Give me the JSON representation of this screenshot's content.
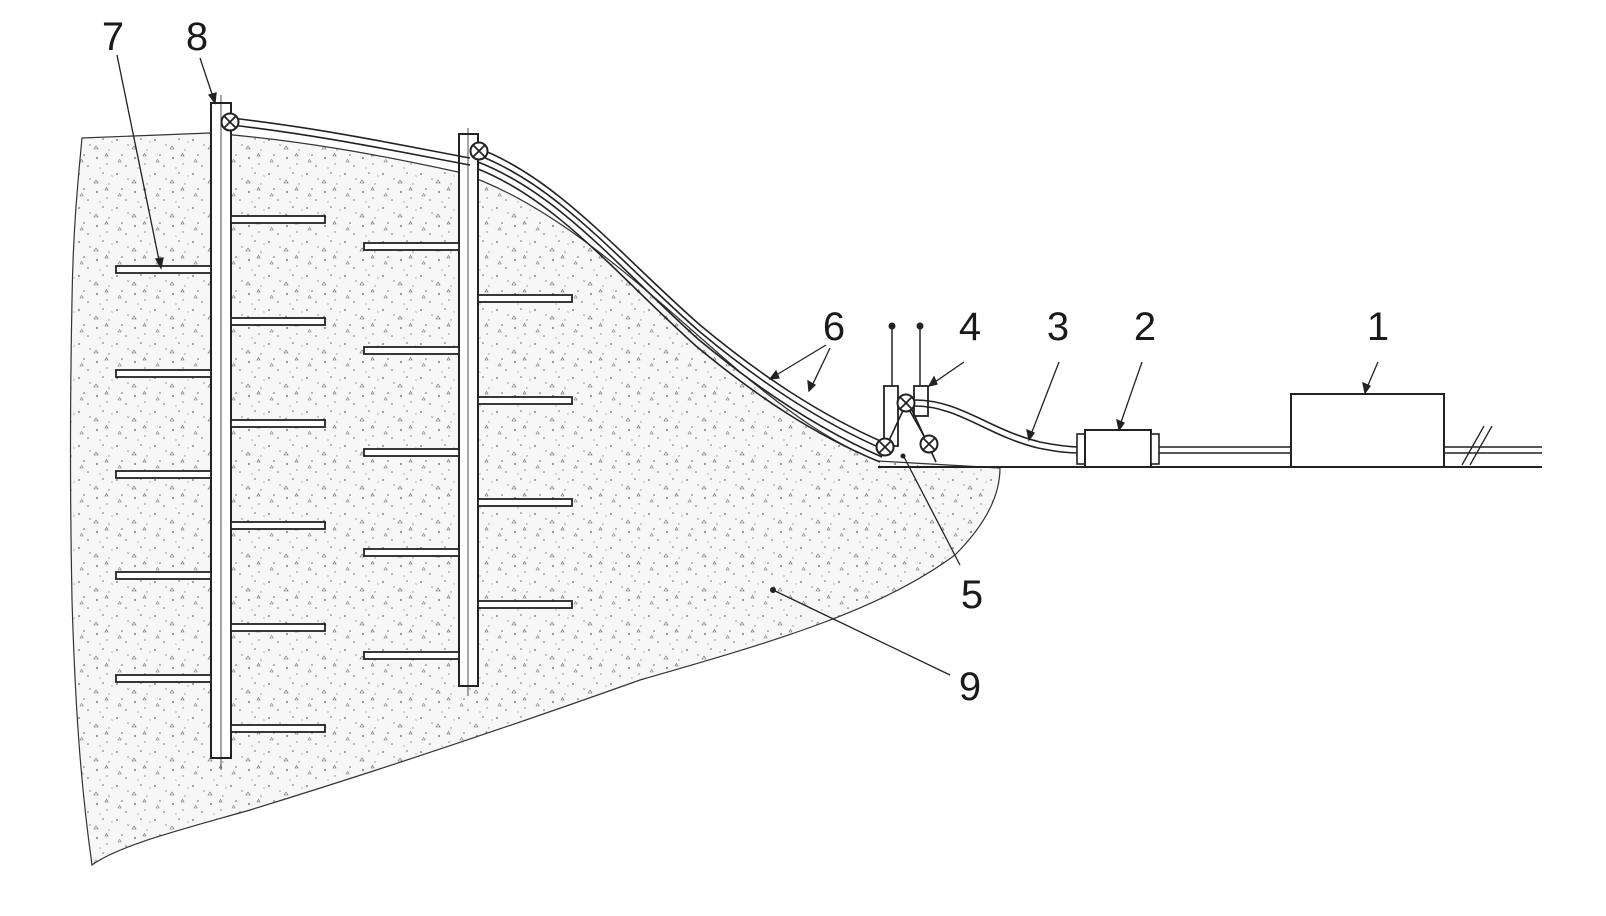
{
  "figure": {
    "reference_numerals": {
      "compressor_unit": "1",
      "receiver": "2",
      "supply_line": "3",
      "manifold_block": "4",
      "valve_node": "5",
      "hoses": "6",
      "lateral_injector": "7",
      "vertical_pipe_head": "8",
      "soil_mass": "9"
    },
    "colors": {
      "line": "#222222",
      "soil_fill": "#f4f4f4",
      "soil_speckle": "#555555",
      "background": "#ffffff"
    },
    "icons": {
      "valve": "crossed-circle-valve-icon",
      "pressure_gauge": "gauge-stem-icon"
    }
  }
}
